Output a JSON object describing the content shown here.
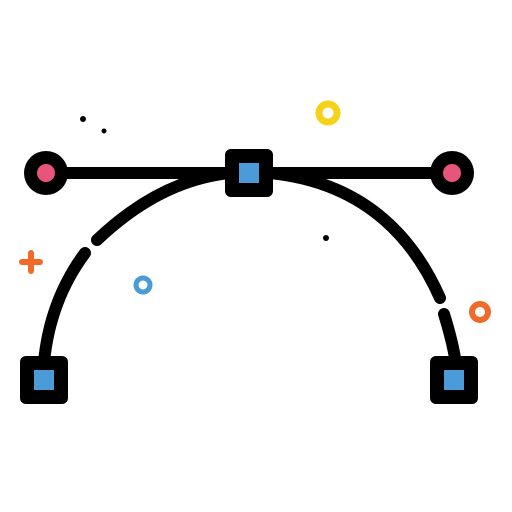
{
  "icon": {
    "name": "bezier-curve-icon",
    "colors": {
      "stroke": "#000000",
      "anchor_fill": "#4a9bd8",
      "handle_fill": "#e8557a",
      "accent_yellow": "#f7d21b",
      "accent_orange": "#f06a2a",
      "accent_blue": "#4a9bd8",
      "background": "#ffffff"
    },
    "anchors": [
      "left-anchor",
      "top-anchor",
      "right-anchor"
    ],
    "handles": [
      "left-handle",
      "right-handle"
    ],
    "decorations": [
      "yellow-ring",
      "orange-ring",
      "blue-ring",
      "orange-plus",
      "black-dots"
    ]
  }
}
